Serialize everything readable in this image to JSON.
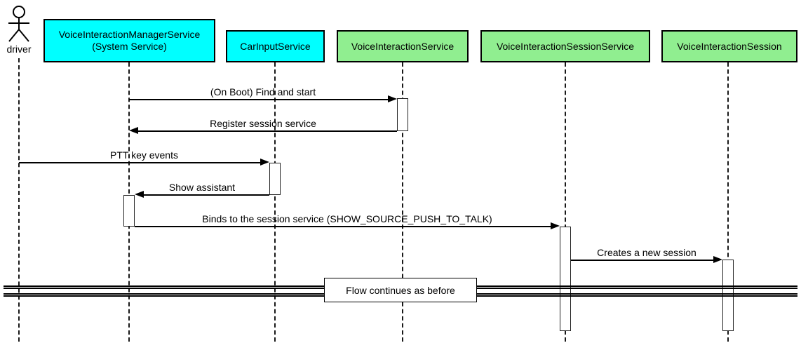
{
  "diagram": {
    "type": "uml-sequence-diagram",
    "actor": {
      "name": "driver"
    },
    "participants": [
      {
        "id": "voice-interaction-manager-service",
        "label": "VoiceInteractionManagerService\n(System Service)",
        "color": "#00FFFF"
      },
      {
        "id": "car-input-service",
        "label": "CarInputService",
        "color": "#00FFFF"
      },
      {
        "id": "voice-interaction-service",
        "label": "VoiceInteractionService",
        "color": "#90EE90"
      },
      {
        "id": "voice-interaction-session-service",
        "label": "VoiceInteractionSessionService",
        "color": "#90EE90"
      },
      {
        "id": "voice-interaction-session",
        "label": "VoiceInteractionSession",
        "color": "#90EE90"
      }
    ],
    "messages": [
      {
        "text": "(On Boot) Find and start",
        "from": "VoiceInteractionManagerService",
        "to": "VoiceInteractionService",
        "direction": "right"
      },
      {
        "text": "Register session service",
        "from": "VoiceInteractionService",
        "to": "VoiceInteractionManagerService",
        "direction": "left"
      },
      {
        "text": "PTT key events",
        "from": "driver",
        "to": "CarInputService",
        "direction": "right"
      },
      {
        "text": "Show assistant",
        "from": "CarInputService",
        "to": "VoiceInteractionManagerService",
        "direction": "left"
      },
      {
        "text": "Binds to the session service (SHOW_SOURCE_PUSH_TO_TALK)",
        "from": "VoiceInteractionManagerService",
        "to": "VoiceInteractionSessionService",
        "direction": "right"
      },
      {
        "text": "Creates a new session",
        "from": "VoiceInteractionSessionService",
        "to": "VoiceInteractionSession",
        "direction": "right"
      }
    ],
    "divider": {
      "label": "Flow continues as before"
    },
    "colors": {
      "system_service_fill": "#00FFFF",
      "service_fill": "#90EE90",
      "line": "#000000",
      "background": "#FFFFFF"
    }
  }
}
